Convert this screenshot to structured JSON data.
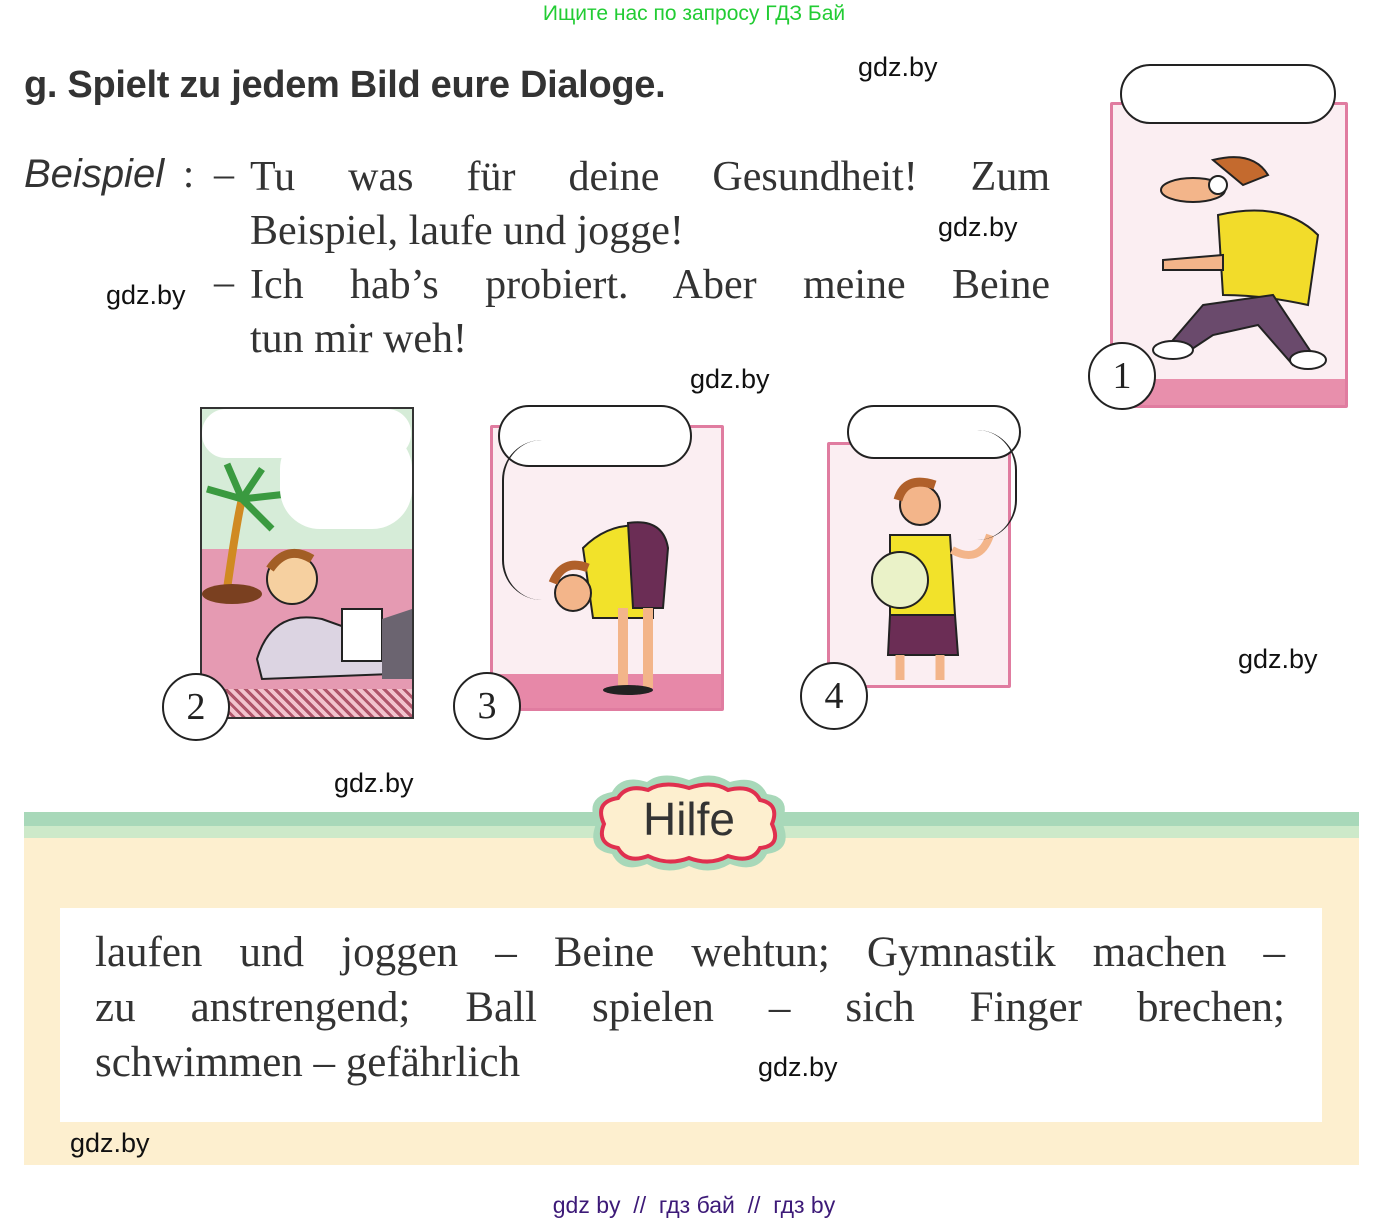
{
  "banner": {
    "text": "Ищите нас по запросу ГДЗ Бай",
    "color": "#22cc33"
  },
  "task": {
    "title": "g. Spielt zu jedem Bild eure Dialoge."
  },
  "example": {
    "label": "Beispiel",
    "colon": ":",
    "dash": "–",
    "lines": [
      "Tu was für deine Gesundheit! Zum",
      "Beispiel, laufe und jogge!",
      "Ich hab’s probiert. Aber meine Beine",
      "tun mir weh!"
    ]
  },
  "pictures": [
    {
      "number": "1",
      "description": "running man in yellow sweater"
    },
    {
      "number": "2",
      "description": "person reading on sofa next to palm"
    },
    {
      "number": "3",
      "description": "person bending over doing gymnastics"
    },
    {
      "number": "4",
      "description": "person holding a ball with hurt finger"
    }
  ],
  "help": {
    "label": "Hilfe",
    "lines": [
      "laufen und joggen – Beine wehtun; Gymnastik machen –",
      "zu anstrengend; Ball spielen – sich Finger brechen;",
      "schwimmen – gefährlich"
    ],
    "colors": {
      "background": "#fdefcf",
      "stripe": "#a8d8b9",
      "cloud_border": "#e0304f"
    }
  },
  "watermarks": [
    "gdz.by",
    "gdz.by",
    "gdz.by",
    "gdz.by",
    "gdz.by",
    "gdz.by",
    "gdz.by",
    "gdz.by",
    "gdz.by"
  ],
  "footer": {
    "text": "gdz by  //  гдз бай  //  гдз by",
    "color": "#3d1a78"
  }
}
